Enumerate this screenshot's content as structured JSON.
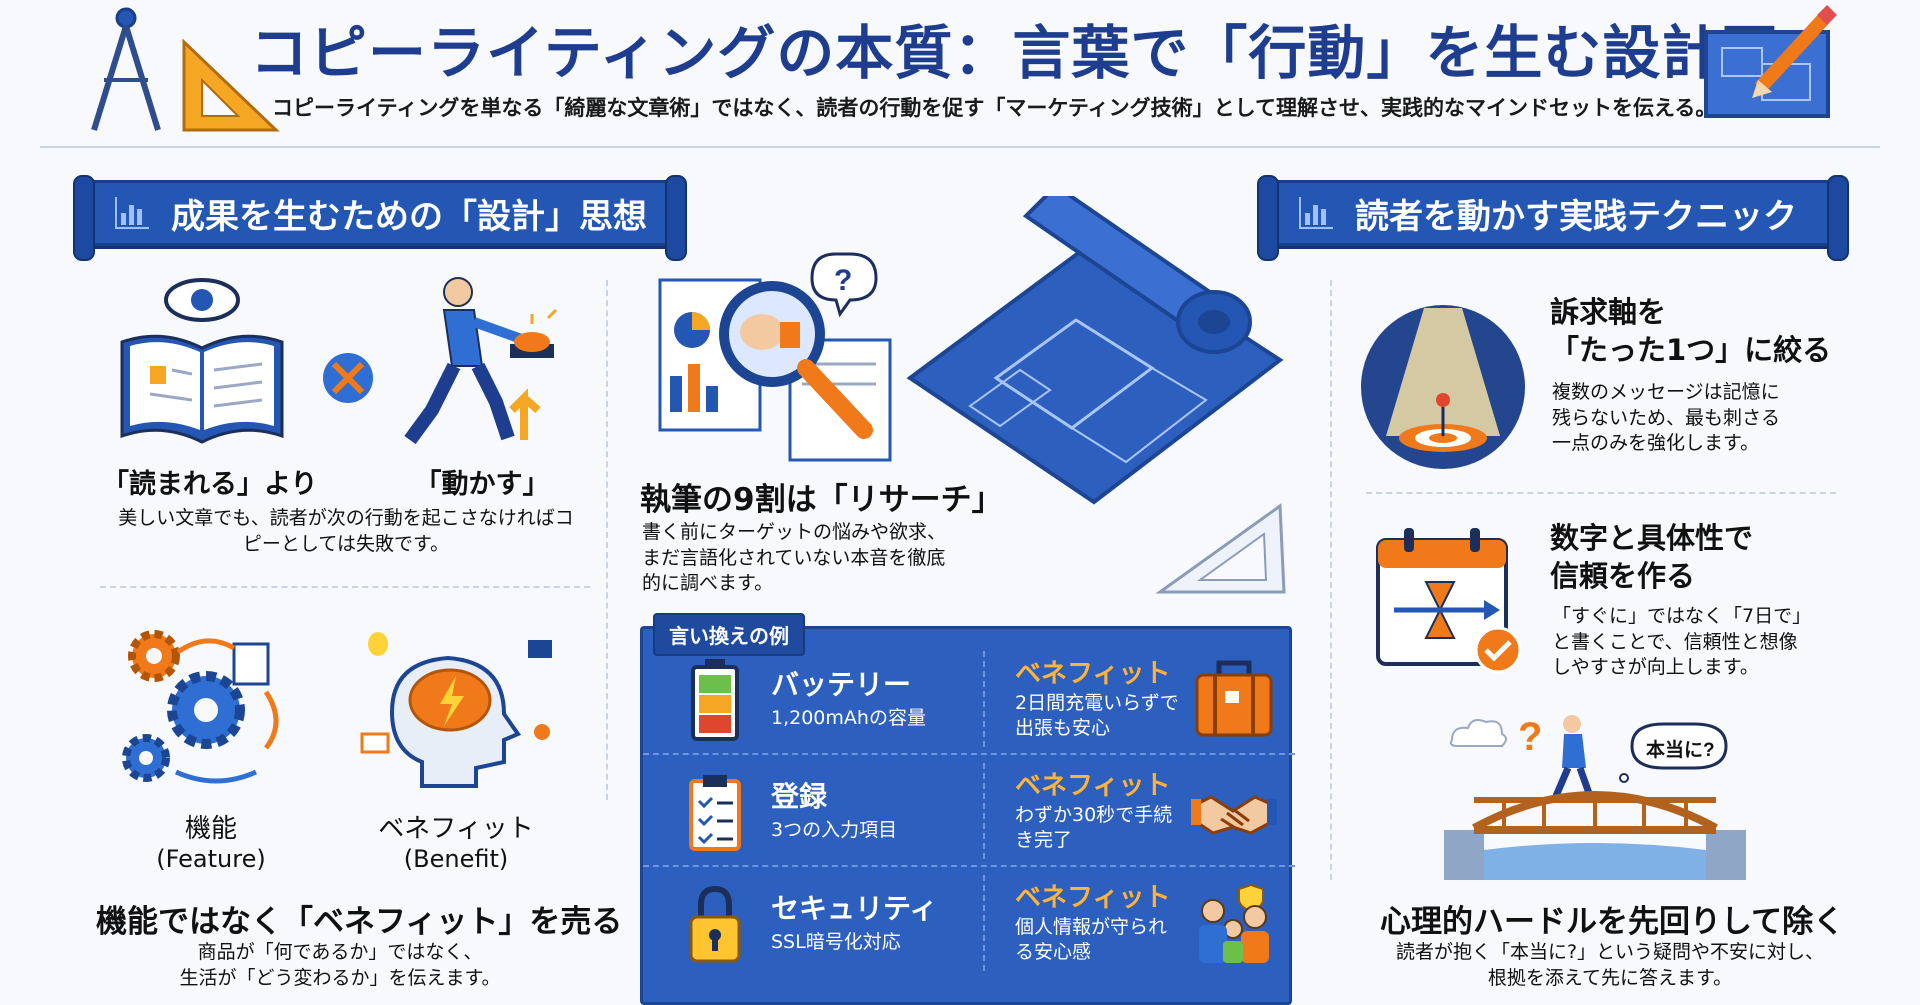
{
  "header": {
    "title": "コピーライティングの本質：言葉で「行動」を生む設計図",
    "subtitle": "コピーライティングを単なる「綺麗な文章術」ではなく、読者の行動を促す「マーケティング技術」として理解させ、実践的なマインドセットを伝える。"
  },
  "left": {
    "banner": "成果を生むための「設計」思想",
    "read_label": "「読まれる」より",
    "move_label": "「動かす」",
    "move_text": "美しい文章でも、読者が次の行動を起こさなければコピーとしては失敗です。",
    "feature_label": "機能",
    "feature_en": "(Feature)",
    "benefit_label": "ベネフィット",
    "benefit_en": "(Benefit)",
    "fb_heading": "機能ではなく「ベネフィット」を売る",
    "fb_text_1": "商品が「何であるか」ではなく、",
    "fb_text_2": "生活が「どう変わるか」を伝えます。"
  },
  "center": {
    "research_heading": "執筆の9割は「リサーチ」",
    "research_text": "書く前にターゲットの悩みや欲求、まだ言語化されていない本音を徹底的に調べます。",
    "examples_title": "言い換えの例",
    "examples": [
      {
        "feature": "バッテリー",
        "feature_desc": "1,200mAhの容量",
        "benefit_label": "ベネフィット",
        "benefit_desc": "2日間充電いらずで出張も安心",
        "icon": "battery-icon",
        "benefit_icon": "suitcase-icon"
      },
      {
        "feature": "登録",
        "feature_desc": "3つの入力項目",
        "benefit_label": "ベネフィット",
        "benefit_desc": "わずか30秒で手続き完了",
        "icon": "clipboard-icon",
        "benefit_icon": "handshake-icon"
      },
      {
        "feature": "セキュリティ",
        "feature_desc": "SSL暗号化対応",
        "benefit_label": "ベネフィット",
        "benefit_desc": "個人情報が守られる安心感",
        "icon": "padlock-icon",
        "benefit_icon": "family-icon"
      }
    ]
  },
  "right": {
    "banner": "読者を動かす実践テクニック",
    "focus_heading_1": "訴求軸を",
    "focus_heading_2": "「たった1つ」に絞る",
    "focus_text": "複数のメッセージは記憶に残らないため、最も刺さる一点のみを強化します。",
    "numbers_heading_1": "数字と具体性で",
    "numbers_heading_2": "信頼を作る",
    "numbers_text": "「すぐに」ではなく「7日で」と書くことで、信頼性と想像しやすさが向上します。",
    "bubble_text": "本当に?",
    "hurdle_heading": "心理的ハードルを先回りして除く",
    "hurdle_text_1": "読者が抱く「本当に?」という疑問や不安に対し、",
    "hurdle_text_2": "根拠を添えて先に答えます。"
  },
  "colors": {
    "primary_blue": "#2456b3",
    "title_blue": "#1f3d8f",
    "accent_orange": "#f07a1a",
    "benefit_orange": "#ffb33a"
  }
}
